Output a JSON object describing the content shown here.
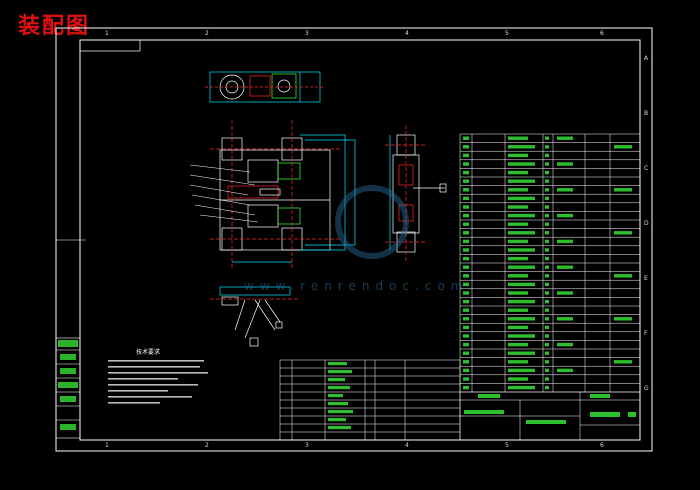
{
  "title": "装配图",
  "zones_top": [
    "1",
    "2",
    "3",
    "4",
    "5",
    "6"
  ],
  "zones_side": [
    "A",
    "B",
    "C",
    "D",
    "E",
    "F",
    "G"
  ],
  "watermark": "www.renrendoc.com",
  "tech_requirements_title": "技术要求",
  "colors": {
    "background": "#000000",
    "frame": "#ffffff",
    "title": "#e01010",
    "drawing_cyan": "#00e5ff",
    "drawing_red": "#ff2a2a",
    "bom_green": "#3cff3c",
    "watermark": "#2a6fa0"
  }
}
